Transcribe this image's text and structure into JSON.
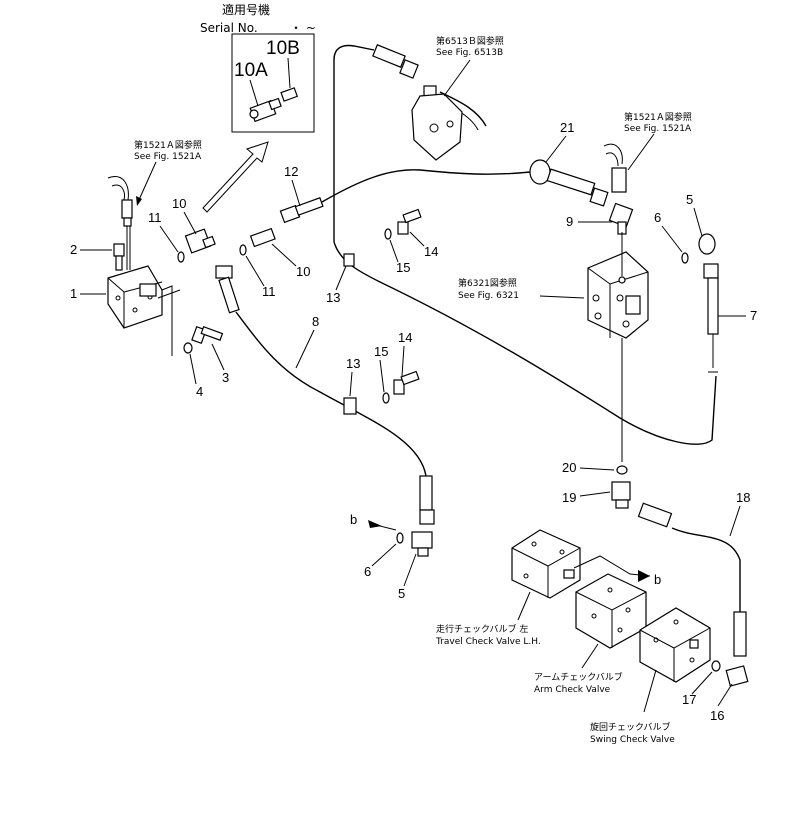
{
  "header": {
    "jp": "適用号機",
    "serial": "Serial No.",
    "range": "・ ~"
  },
  "inset": {
    "label_a": "10A",
    "label_b": "10B"
  },
  "refs": {
    "r1521a_left": {
      "jp": "第1521Ａ図参照",
      "en": "See Fig. 1521A"
    },
    "r6513b": {
      "jp": "第6513Ｂ図参照",
      "en": "See Fig. 6513B"
    },
    "r1521a_right": {
      "jp": "第1521Ａ図参照",
      "en": "See Fig. 1521A"
    },
    "r6321": {
      "jp": "第6321図参照",
      "en": "See Fig. 6321"
    }
  },
  "valves": {
    "travel": {
      "jp": "走行チェックバルブ 左",
      "en": "Travel Check Valve L.H."
    },
    "arm": {
      "jp": "アームチェックバルブ",
      "en": "Arm Check Valve"
    },
    "swing": {
      "jp": "旋回チェックバルブ",
      "en": "Swing Check Valve"
    }
  },
  "callouts": {
    "n1": "1",
    "n2": "2",
    "n3": "3",
    "n4": "4",
    "n5a": "5",
    "n5b": "5",
    "n6a": "6",
    "n6b": "6",
    "n7": "7",
    "n8": "8",
    "n9": "9",
    "n10a": "10",
    "n10b": "10",
    "n11a": "11",
    "n11b": "11",
    "n12": "12",
    "n13a": "13",
    "n13b": "13",
    "n14a": "14",
    "n14b": "14",
    "n15a": "15",
    "n15b": "15",
    "n16": "16",
    "n17": "17",
    "n18": "18",
    "n19": "19",
    "n20": "20",
    "n21": "21"
  },
  "connectors": {
    "b1": "b",
    "b2": "b"
  }
}
